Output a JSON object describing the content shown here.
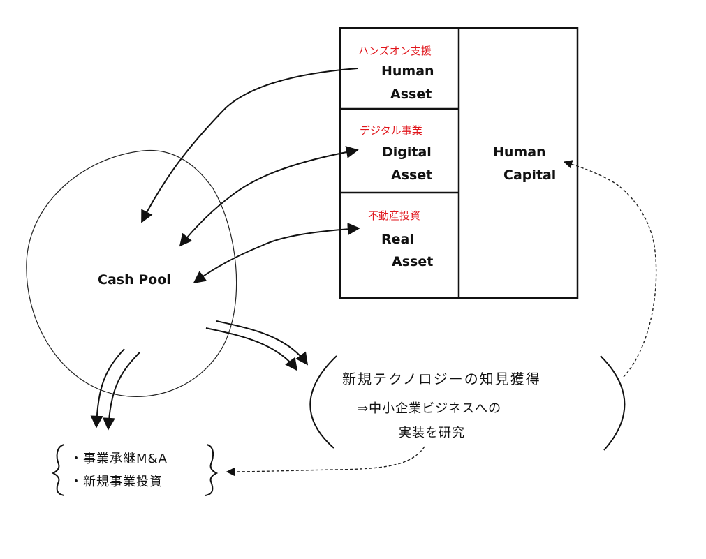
{
  "cash_pool": {
    "label": "Cash Pool"
  },
  "assets_box": {
    "human_asset": {
      "tag": "ハンズオン支援",
      "line1": "Human",
      "line2": "Asset"
    },
    "digital_asset": {
      "tag": "デジタル事業",
      "line1": "Digital",
      "line2": "Asset"
    },
    "real_asset": {
      "tag": "不動産投資",
      "line1": "Real",
      "line2": "Asset"
    },
    "human_capital": {
      "line1": "Human",
      "line2": "Capital"
    }
  },
  "research_group": {
    "line1": "新規テクノロジーの知見獲得",
    "line2": "⇒中小企業ビジネスへの",
    "line3": "実装を研究"
  },
  "investments_group": {
    "item1": "・事業承継M&A",
    "item2": "・新規事業投資"
  }
}
